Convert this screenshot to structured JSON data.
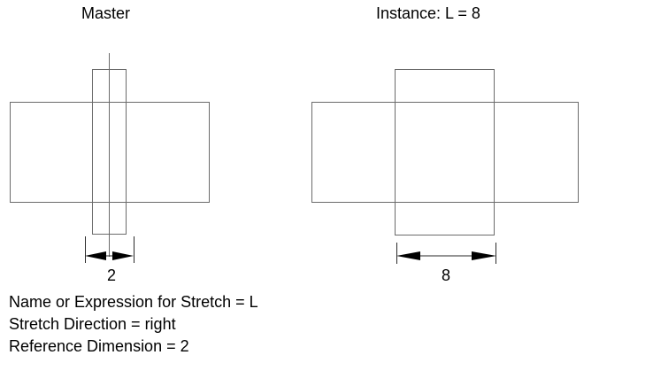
{
  "master": {
    "title": "Master",
    "dimension_label": "2"
  },
  "instance": {
    "title": "Instance: L = 8",
    "dimension_label": "8"
  },
  "notes": [
    "Name or Expression for Stretch = L",
    "Stretch Direction = right",
    "Reference Dimension = 2"
  ],
  "colors": {
    "background": "#ffffff",
    "geometry_line": "#6b6b6b",
    "dimension_line": "#2a2a2a",
    "arrow_fill": "#000000",
    "text": "#000000"
  }
}
